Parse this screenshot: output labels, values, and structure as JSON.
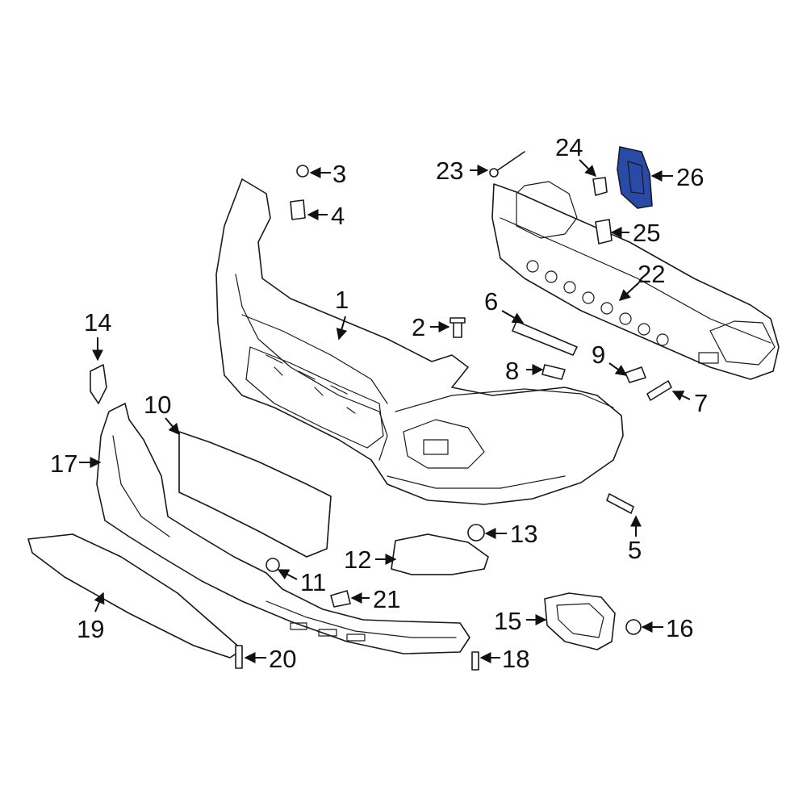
{
  "diagram": {
    "highlight_color": "#2a4aa8",
    "callouts": [
      {
        "id": "1",
        "label": "1"
      },
      {
        "id": "2",
        "label": "2"
      },
      {
        "id": "3",
        "label": "3"
      },
      {
        "id": "4",
        "label": "4"
      },
      {
        "id": "5",
        "label": "5"
      },
      {
        "id": "6",
        "label": "6"
      },
      {
        "id": "7",
        "label": "7"
      },
      {
        "id": "8",
        "label": "8"
      },
      {
        "id": "9",
        "label": "9"
      },
      {
        "id": "10",
        "label": "10"
      },
      {
        "id": "11",
        "label": "11"
      },
      {
        "id": "12",
        "label": "12"
      },
      {
        "id": "13",
        "label": "13"
      },
      {
        "id": "14",
        "label": "14"
      },
      {
        "id": "15",
        "label": "15"
      },
      {
        "id": "16",
        "label": "16"
      },
      {
        "id": "17",
        "label": "17"
      },
      {
        "id": "18",
        "label": "18"
      },
      {
        "id": "19",
        "label": "19"
      },
      {
        "id": "20",
        "label": "20"
      },
      {
        "id": "21",
        "label": "21"
      },
      {
        "id": "22",
        "label": "22"
      },
      {
        "id": "23",
        "label": "23"
      },
      {
        "id": "24",
        "label": "24"
      },
      {
        "id": "25",
        "label": "25"
      },
      {
        "id": "26",
        "label": "26"
      }
    ]
  }
}
